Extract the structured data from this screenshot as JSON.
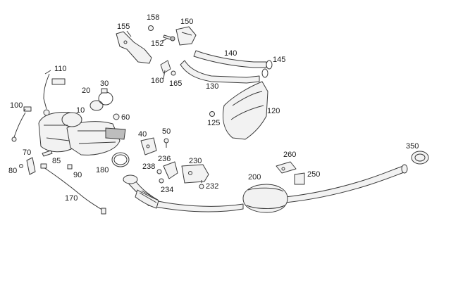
{
  "parts": [
    {
      "id": "p10",
      "label": "10"
    },
    {
      "id": "p20",
      "label": "20"
    },
    {
      "id": "p30",
      "label": "30"
    },
    {
      "id": "p40",
      "label": "40"
    },
    {
      "id": "p50",
      "label": "50"
    },
    {
      "id": "p60",
      "label": "60"
    },
    {
      "id": "p70",
      "label": "70"
    },
    {
      "id": "p80",
      "label": "80"
    },
    {
      "id": "p85",
      "label": "85"
    },
    {
      "id": "p90",
      "label": "90"
    },
    {
      "id": "p100",
      "label": "100"
    },
    {
      "id": "p110",
      "label": "110"
    },
    {
      "id": "p120",
      "label": "120"
    },
    {
      "id": "p125",
      "label": "125"
    },
    {
      "id": "p130",
      "label": "130"
    },
    {
      "id": "p140",
      "label": "140"
    },
    {
      "id": "p145",
      "label": "145"
    },
    {
      "id": "p150",
      "label": "150"
    },
    {
      "id": "p152",
      "label": "152"
    },
    {
      "id": "p155",
      "label": "155"
    },
    {
      "id": "p158",
      "label": "158"
    },
    {
      "id": "p160",
      "label": "160"
    },
    {
      "id": "p165",
      "label": "165"
    },
    {
      "id": "p170",
      "label": "170"
    },
    {
      "id": "p180",
      "label": "180"
    },
    {
      "id": "p200",
      "label": "200"
    },
    {
      "id": "p230",
      "label": "230"
    },
    {
      "id": "p232",
      "label": "232"
    },
    {
      "id": "p234",
      "label": "234"
    },
    {
      "id": "p236",
      "label": "236"
    },
    {
      "id": "p238",
      "label": "238"
    },
    {
      "id": "p250",
      "label": "250"
    },
    {
      "id": "p260",
      "label": "260"
    },
    {
      "id": "p350",
      "label": "350"
    }
  ]
}
